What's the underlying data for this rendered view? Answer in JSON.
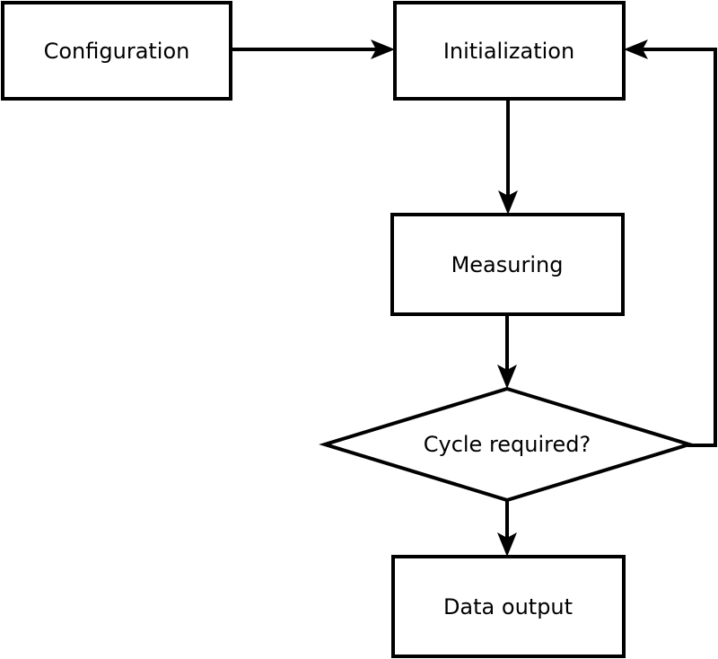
{
  "canvas": {
    "background": "#ffffff",
    "stroke_color": "#000000",
    "node_fill": "#ffffff",
    "text_color": "#000000"
  },
  "flowchart": {
    "nodes": [
      {
        "id": "configuration",
        "type": "process",
        "label": "Configuration"
      },
      {
        "id": "initialization",
        "type": "process",
        "label": "Initialization"
      },
      {
        "id": "measuring",
        "type": "process",
        "label": "Measuring"
      },
      {
        "id": "cycle-required",
        "type": "decision",
        "label": "Cycle required?"
      },
      {
        "id": "data-output",
        "type": "process",
        "label": "Data output"
      }
    ],
    "edges": [
      {
        "from": "configuration",
        "to": "initialization",
        "kind": "straight"
      },
      {
        "from": "initialization",
        "to": "measuring",
        "kind": "straight"
      },
      {
        "from": "measuring",
        "to": "cycle-required",
        "kind": "straight"
      },
      {
        "from": "cycle-required",
        "to": "data-output",
        "kind": "straight"
      },
      {
        "from": "cycle-required",
        "to": "initialization",
        "kind": "feedback-loop"
      }
    ]
  }
}
